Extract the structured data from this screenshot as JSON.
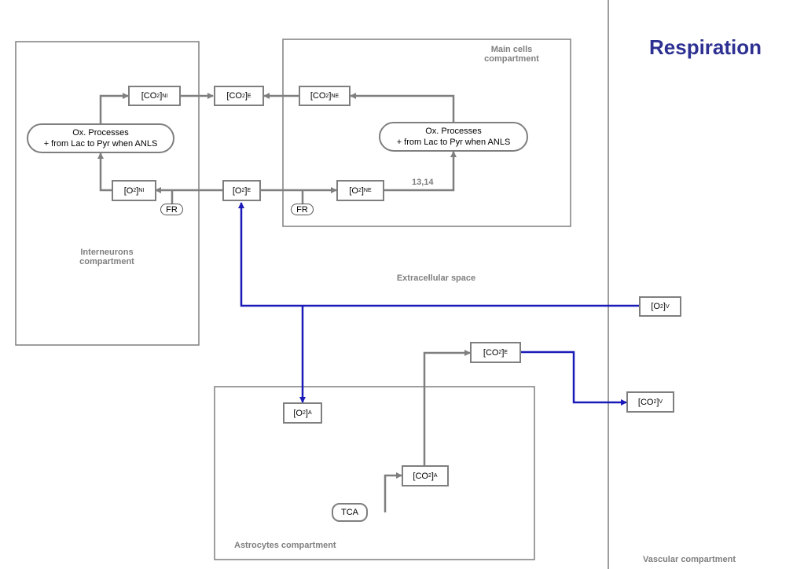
{
  "title": "Respiration",
  "compartments": {
    "main_cells": [
      "Main cells",
      "compartment"
    ],
    "interneurons": [
      "Interneurons",
      "compartment"
    ],
    "extracellular": "Extracellular space",
    "astrocytes": "Astrocytes compartment",
    "vascular": "Vascular compartment"
  },
  "nodes": {
    "co2_ni": {
      "base": "[CO",
      "sub1": "2",
      "mid": "]",
      "sub2": "NI"
    },
    "co2_e_top": {
      "base": "[CO",
      "sub1": "2",
      "mid": "]",
      "sub2": "E"
    },
    "co2_ne": {
      "base": "[CO",
      "sub1": "2",
      "mid": "]",
      "sub2": "NE"
    },
    "o2_ni": {
      "base": "[O",
      "sub1": "2",
      "mid": "]",
      "sub2": "NI"
    },
    "o2_e": {
      "base": "[O",
      "sub1": "2",
      "mid": "]",
      "sub2": "E"
    },
    "o2_ne": {
      "base": "[O",
      "sub1": "2",
      "mid": "]",
      "sub2": "NE"
    },
    "o2_v": {
      "base": "[O",
      "sub1": "2",
      "mid": "]",
      "sub2": "V"
    },
    "co2_e_bottom": {
      "base": "[CO",
      "sub1": "2",
      "mid": "]",
      "sub2": "E"
    },
    "co2_v": {
      "base": "[CO",
      "sub1": "2",
      "mid": "]",
      "sub2": "V"
    },
    "o2_a": {
      "base": "[O",
      "sub1": "2",
      "mid": "]",
      "sub2": "A"
    },
    "co2_a": {
      "base": "[CO",
      "sub1": "2",
      "mid": "]",
      "sub2": "A"
    }
  },
  "ox_processes": {
    "line1": "Ox. Processes",
    "line2": "+ from Lac to Pyr when ANLS"
  },
  "fr_label": "FR",
  "tca_label": "TCA",
  "edge_label_13_14": "13,14",
  "colors": {
    "gray": "#7f7f7f",
    "blue": "#1a1ab8",
    "title": "#2e3192"
  }
}
